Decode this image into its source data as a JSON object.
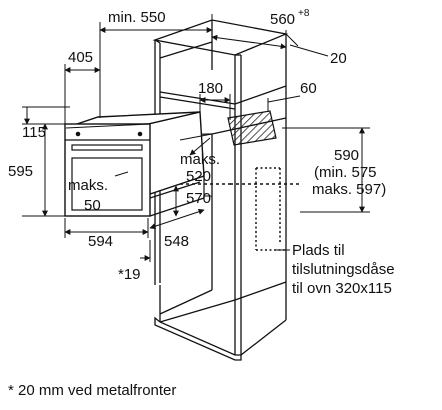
{
  "labels": {
    "min_550": "min. 550",
    "dim_560": "560",
    "dim_560_sup": "+8",
    "dim_20": "20",
    "dim_405": "405",
    "dim_180": "180",
    "dim_60": "60",
    "dim_115": "115",
    "dim_595": "595",
    "maks_520_line1": "maks.",
    "maks_520_line2": "520",
    "maks_50_line1": "maks.",
    "maks_50_line2": "50",
    "dim_570": "570",
    "dim_590": "590",
    "min_575": "(min. 575",
    "maks_597": "maks. 597)",
    "dim_594": "594",
    "dim_548": "548",
    "star_19": "*19",
    "plads_line1": "Plads til",
    "plads_line2": "tilslutningsdåse",
    "plads_line3": "til ovn 320x115",
    "footnote": "* 20 mm ved metalfronter"
  }
}
